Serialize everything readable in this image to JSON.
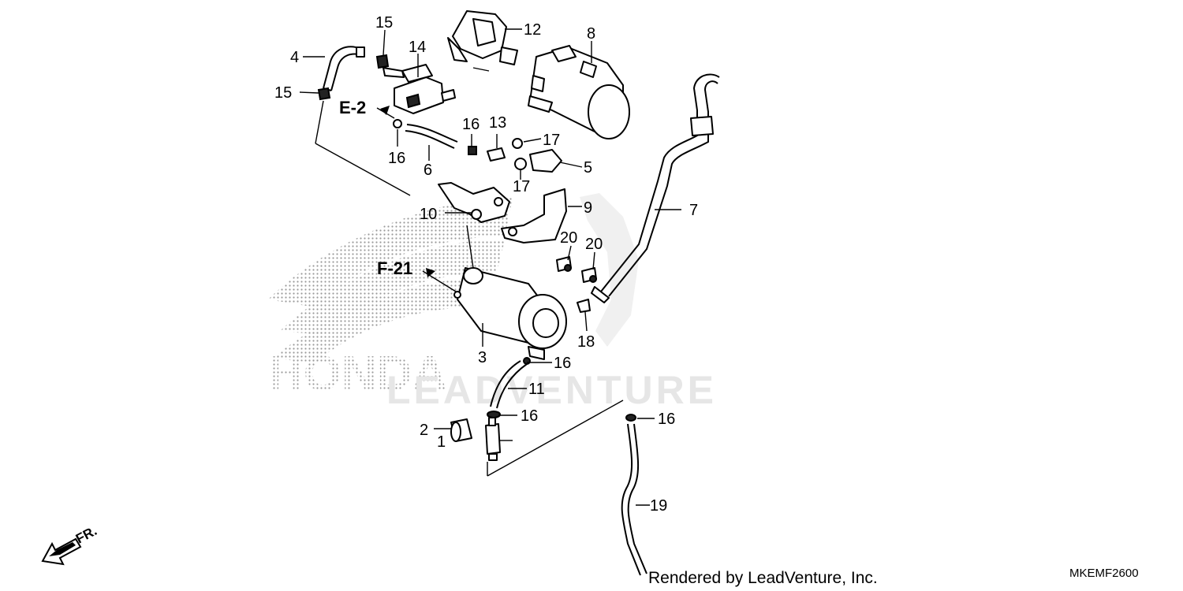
{
  "watermark": {
    "brand": "HONDA",
    "text": "LEADVENTURE"
  },
  "direction_label": "FR.",
  "refs": {
    "e2": "E-2",
    "f21": "F-21"
  },
  "footer": {
    "credit": "Rendered by LeadVenture, Inc.",
    "code": "MKEMF2600"
  },
  "callouts": {
    "p1": "1",
    "p2": "2",
    "p3": "3",
    "p4": "4",
    "p5": "5",
    "p6": "6",
    "p7": "7",
    "p8": "8",
    "p9": "9",
    "p10": "10",
    "p11": "11",
    "p12": "12",
    "p13": "13",
    "p14": "14",
    "p15a": "15",
    "p15b": "15",
    "p16a": "16",
    "p16b": "16",
    "p16c": "16",
    "p16d": "16",
    "p16e": "16",
    "p17a": "17",
    "p17b": "17",
    "p18": "18",
    "p19": "19",
    "p20a": "20",
    "p20b": "20"
  }
}
